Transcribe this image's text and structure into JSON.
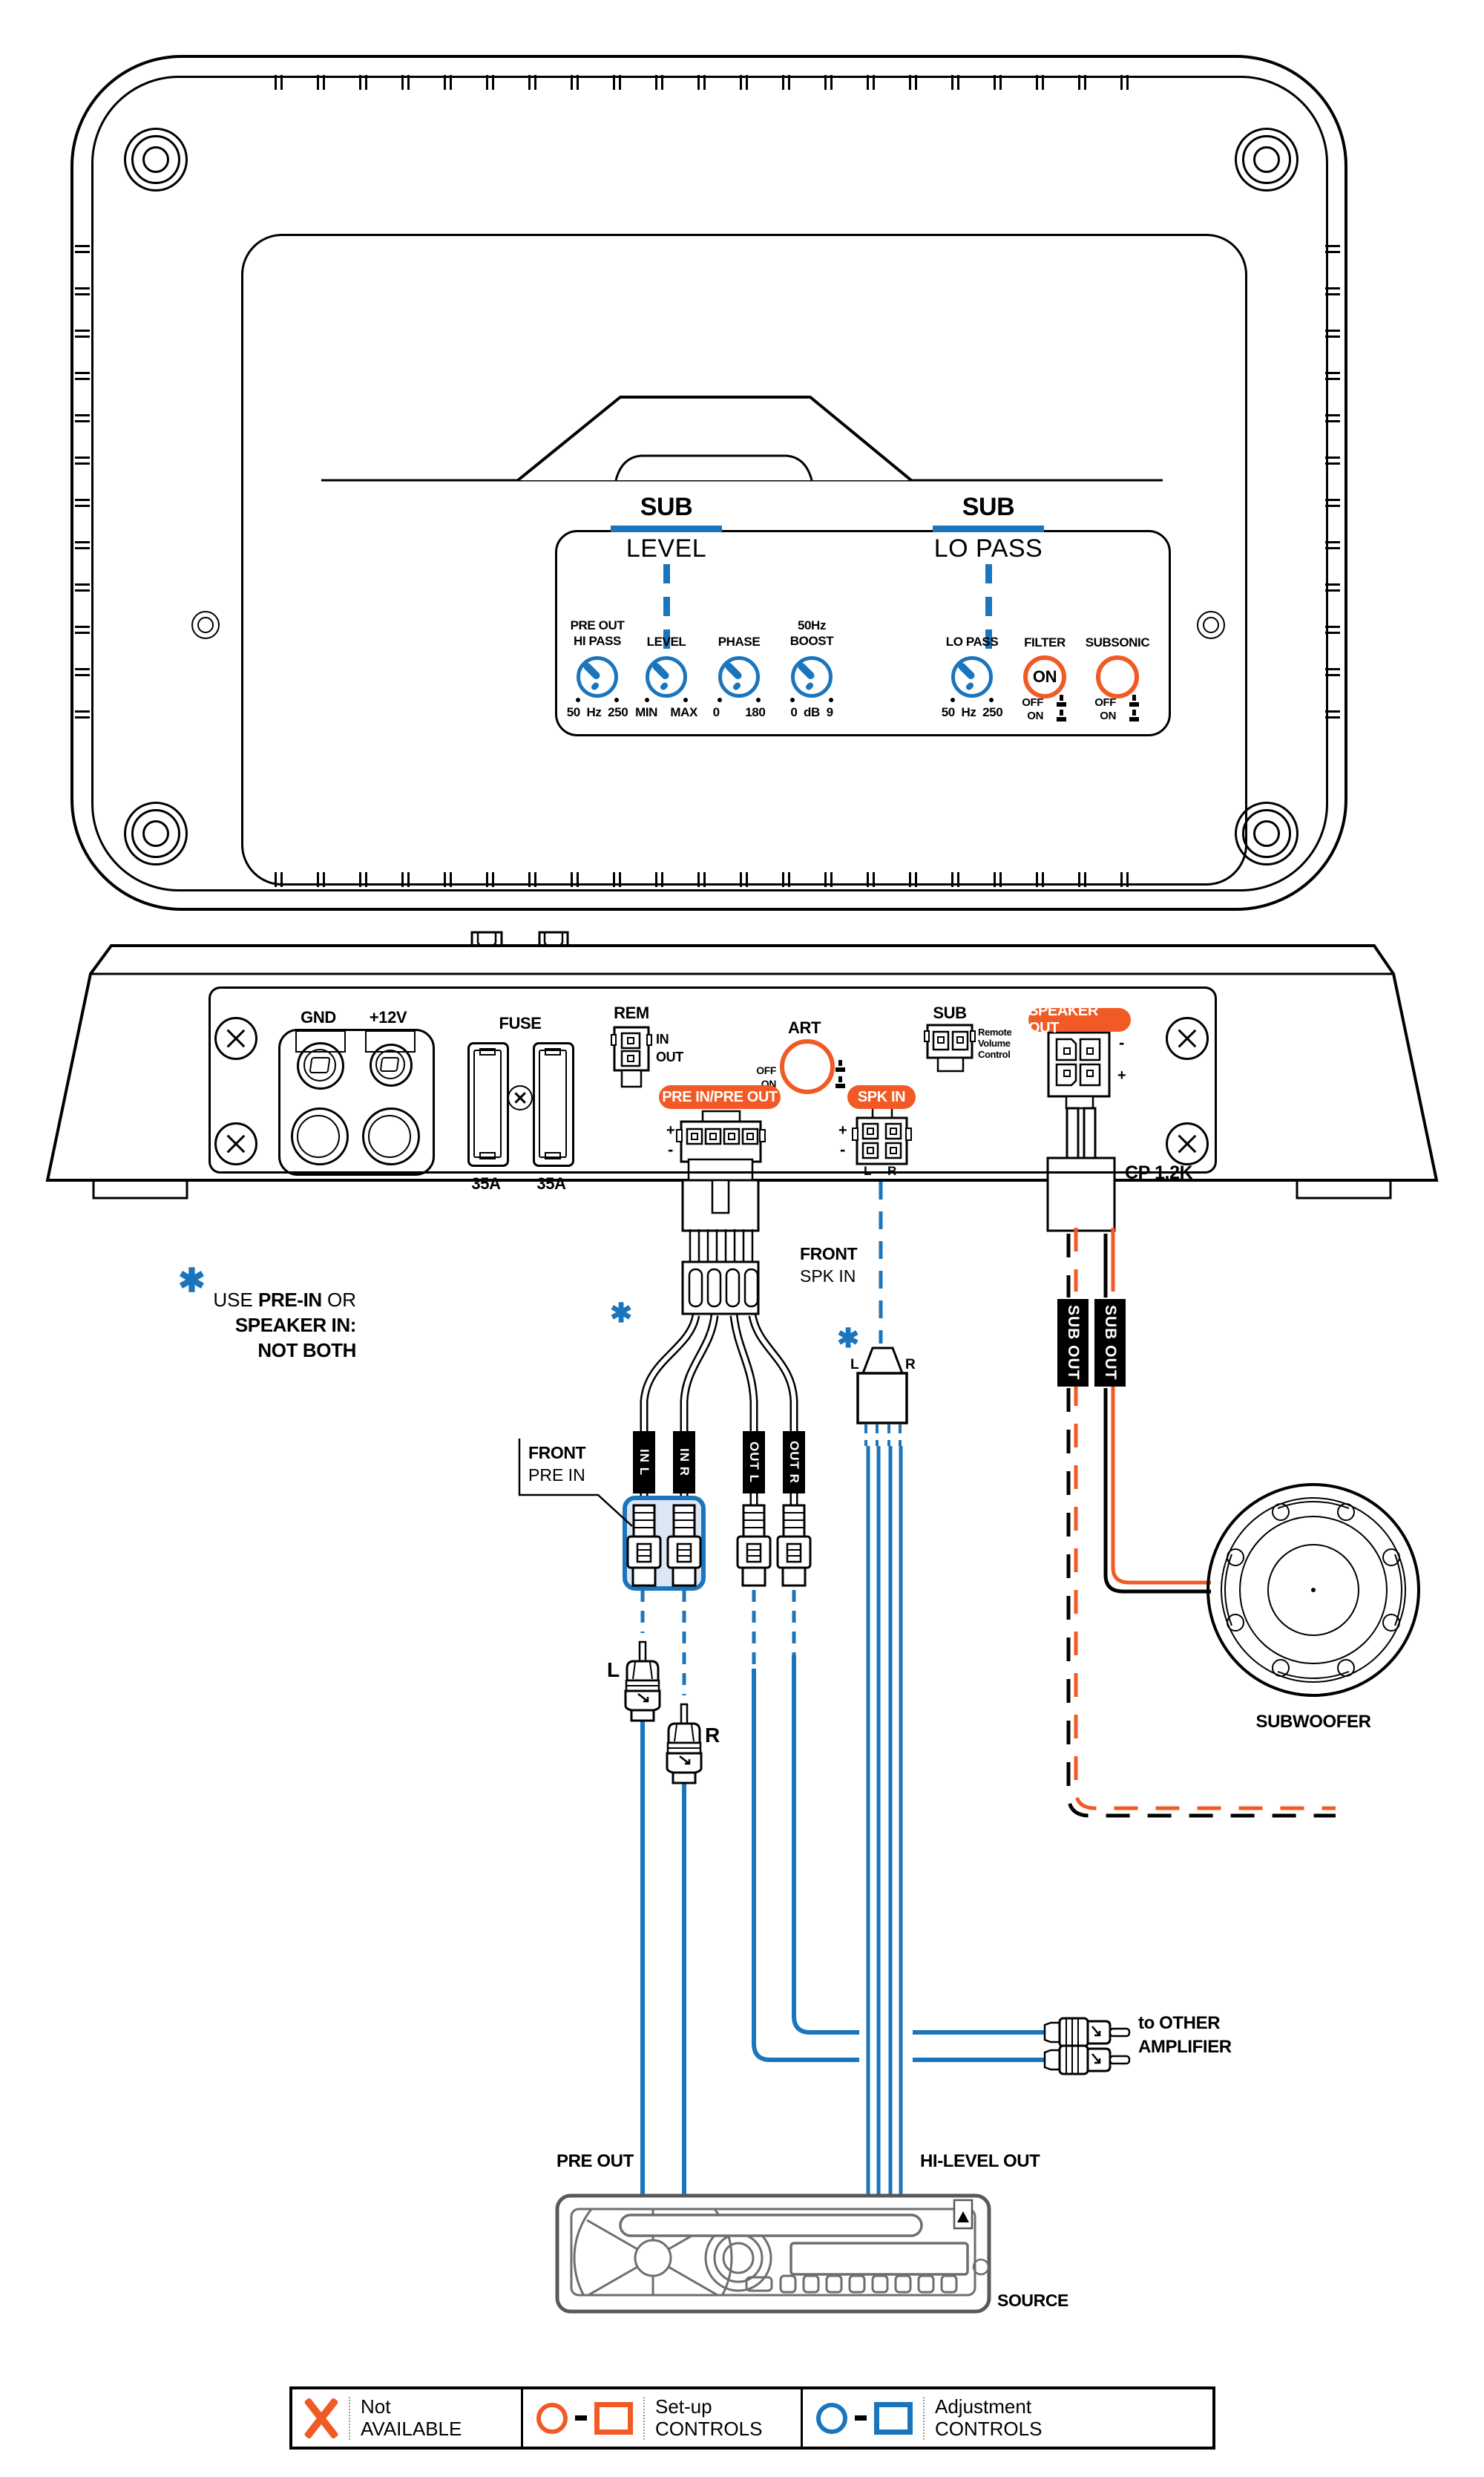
{
  "colors": {
    "blue": "#1b75bc",
    "orange": "#f15a24",
    "gray": "#58595b"
  },
  "top_panel": {
    "callouts": [
      {
        "title": "SUB",
        "sub": "LEVEL"
      },
      {
        "title": "SUB",
        "sub": "LO PASS"
      }
    ],
    "controls": [
      {
        "label": "PRE OUT\nHI PASS",
        "scale": "50  Hz  250"
      },
      {
        "label": "LEVEL",
        "scale": "MIN    MAX"
      },
      {
        "label": "PHASE",
        "scale": "0        180"
      },
      {
        "label": "50Hz\nBOOST",
        "scale": "0  dB  9"
      },
      {
        "label": "LO PASS",
        "scale": "50  Hz  250"
      }
    ],
    "switches": [
      {
        "label": "FILTER",
        "value": "ON",
        "off": "OFF",
        "on": "ON"
      },
      {
        "label": "SUBSONIC",
        "value": "",
        "off": "OFF",
        "on": "ON"
      }
    ]
  },
  "rear_panel": {
    "gnd": "GND",
    "p12v": "+12V",
    "fuse": "FUSE",
    "fuse_left": "35A",
    "fuse_right": "35A",
    "rem": "REM",
    "rem_in": "IN",
    "rem_out": "OUT",
    "art": "ART",
    "art_off": "OFF",
    "art_on": "ON",
    "pre_pill": "PRE IN/PRE OUT",
    "spk_pill": "SPK IN",
    "speaker_pill": "SPEAKER OUT",
    "plus": "+",
    "minus": "-",
    "spk_l": "L",
    "spk_r": "R",
    "sub": "SUB",
    "sub_desc": "Remote\nVolume\nControl",
    "model": "CP 1.2K"
  },
  "wiring": {
    "note": {
      "star": "✱",
      "use": "USE ",
      "pre_in": "PRE-IN",
      "or": " OR",
      "line2": "SPEAKER IN:",
      "line3": "NOT BOTH"
    },
    "star_harness": "✱",
    "star_spk": "✱",
    "front_pre": {
      "line1": "FRONT",
      "line2": "PRE IN"
    },
    "front_spk": {
      "line1": "FRONT",
      "line2": "SPK IN"
    },
    "plug_l": "L",
    "plug_r": "R",
    "tags": [
      "IN L",
      "IN R",
      "OUT L",
      "OUT R"
    ],
    "sub_out_left": "SUB OUT",
    "sub_out_right": "SUB OUT",
    "rca_l": "L",
    "rca_r": "R",
    "subwoofer": "SUBWOOFER",
    "other_amp_1": "to OTHER",
    "other_amp_2": "AMPLIFIER",
    "pre_out": "PRE OUT",
    "hi_level": "HI-LEVEL OUT",
    "source": "SOURCE"
  },
  "legend": [
    {
      "line1": "Not",
      "line2": "AVAILABLE"
    },
    {
      "line1": "Set-up",
      "line2": "CONTROLS"
    },
    {
      "line1": "Adjustment",
      "line2": "CONTROLS"
    }
  ]
}
